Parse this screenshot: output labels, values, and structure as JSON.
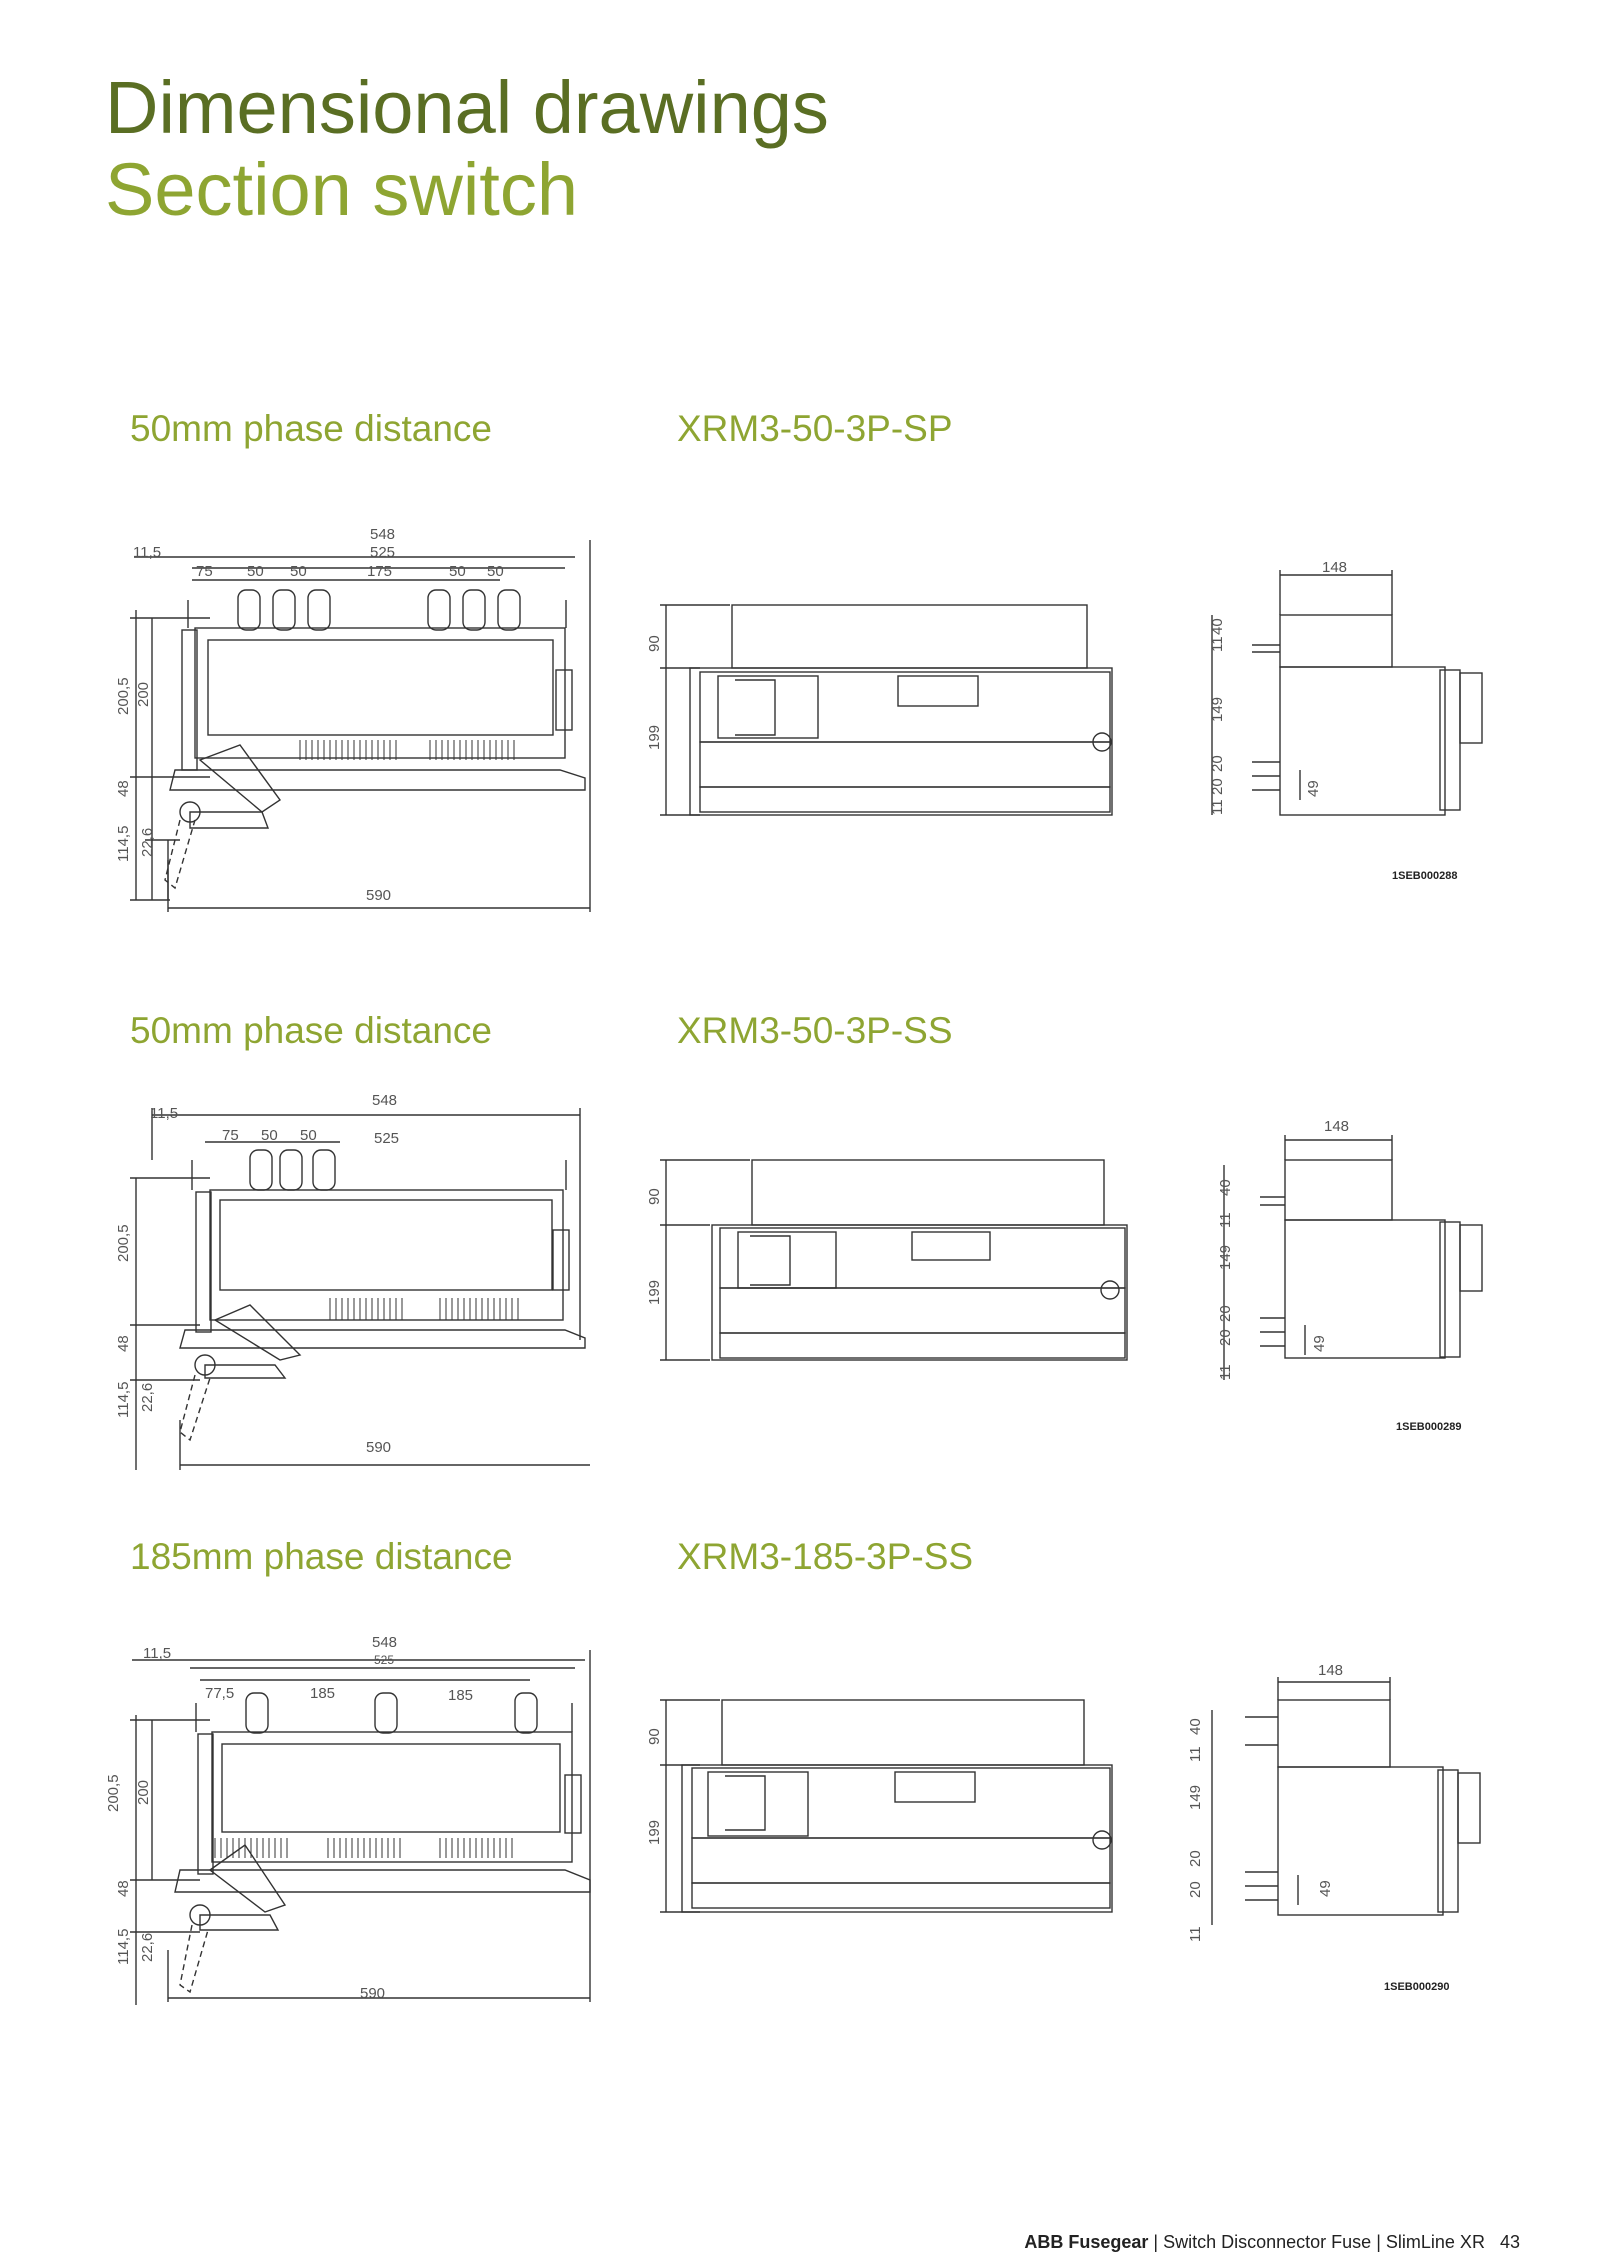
{
  "page": {
    "title_line1": "Dimensional drawings",
    "title_line2": "Section switch"
  },
  "sections": [
    {
      "phase_label": "50mm phase distance",
      "model": "XRM3-50-3P-SP",
      "drawing_code": "1SEB000288",
      "front": {
        "d548": "548",
        "d525": "525",
        "d11_5": "11,5",
        "pitch": [
          "75",
          "50",
          "50",
          "175",
          "50",
          "50"
        ],
        "h200_5": "200,5",
        "h200": "200",
        "h48": "48",
        "h114_5": "114,5",
        "h22_6": "22,6",
        "w590": "590"
      },
      "side": {
        "d90": "90",
        "d199": "199"
      },
      "end": {
        "w148": "148",
        "h11": "11",
        "h40": "40",
        "h149": "149",
        "h20a": "20",
        "h20b": "20",
        "h11b": "11",
        "d49": "49"
      }
    },
    {
      "phase_label": "50mm phase distance",
      "model": "XRM3-50-3P-SS",
      "drawing_code": "1SEB000289",
      "front": {
        "d548": "548",
        "d525": "525",
        "d11_5": "11,5",
        "pitch": [
          "75",
          "50",
          "50"
        ],
        "h200_5": "200,5",
        "h48": "48",
        "h114_5": "114,5",
        "h22_6": "22,6",
        "w590": "590"
      },
      "side": {
        "d90": "90",
        "d199": "199"
      },
      "end": {
        "w148": "148",
        "h11": "11",
        "h40": "40",
        "h149": "149",
        "h20a": "20",
        "h20b": "20",
        "h11b": "11",
        "d49": "49"
      }
    },
    {
      "phase_label": "185mm phase distance",
      "model": "XRM3-185-3P-SS",
      "drawing_code": "1SEB000290",
      "front": {
        "d548": "548",
        "d525": "525",
        "d11_5": "11,5",
        "pitch": [
          "77,5",
          "185",
          "185"
        ],
        "h200_5": "200,5",
        "h200": "200",
        "h48": "48",
        "h114_5": "114,5",
        "h22_6": "22,6",
        "w590": "590"
      },
      "side": {
        "d90": "90",
        "d199": "199"
      },
      "end": {
        "w148": "148",
        "h11": "11",
        "h40": "40",
        "h149": "149",
        "h20a": "20",
        "h20b": "20",
        "h11b": "11",
        "d49": "49"
      }
    }
  ],
  "footer": {
    "brand": "ABB Fusegear",
    "sep": "|",
    "product": "Switch Disconnector Fuse",
    "series": "SlimLine XR",
    "page_number": "43"
  }
}
